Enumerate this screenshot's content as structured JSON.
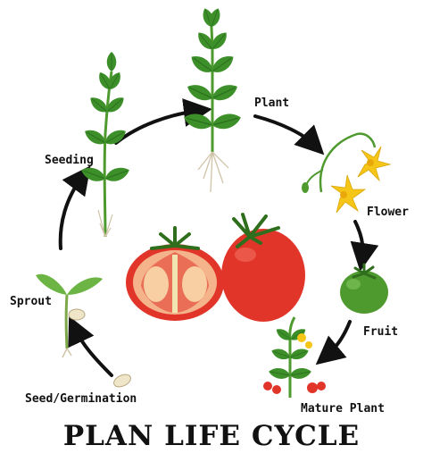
{
  "title": "PLAN LIFE CYCLE",
  "stages": [
    {
      "id": "seed",
      "label": "Seed/Germination"
    },
    {
      "id": "sprout",
      "label": "Sprout"
    },
    {
      "id": "seeding",
      "label": "Seeding"
    },
    {
      "id": "plant",
      "label": "Plant"
    },
    {
      "id": "flower",
      "label": "Flower"
    },
    {
      "id": "fruit",
      "label": "Fruit"
    },
    {
      "id": "mature",
      "label": "Mature Plant"
    }
  ],
  "colors": {
    "leaf": "#3d8f2a",
    "leaf_light": "#6cb544",
    "stem": "#4e9a2e",
    "flower": "#f5c518",
    "tomato": "#e2352a",
    "tomato_dark": "#b81f17",
    "green_fruit": "#4f9a2e",
    "root": "#cfc3a8",
    "arrow": "#111111",
    "seed": "#efe5c8"
  }
}
